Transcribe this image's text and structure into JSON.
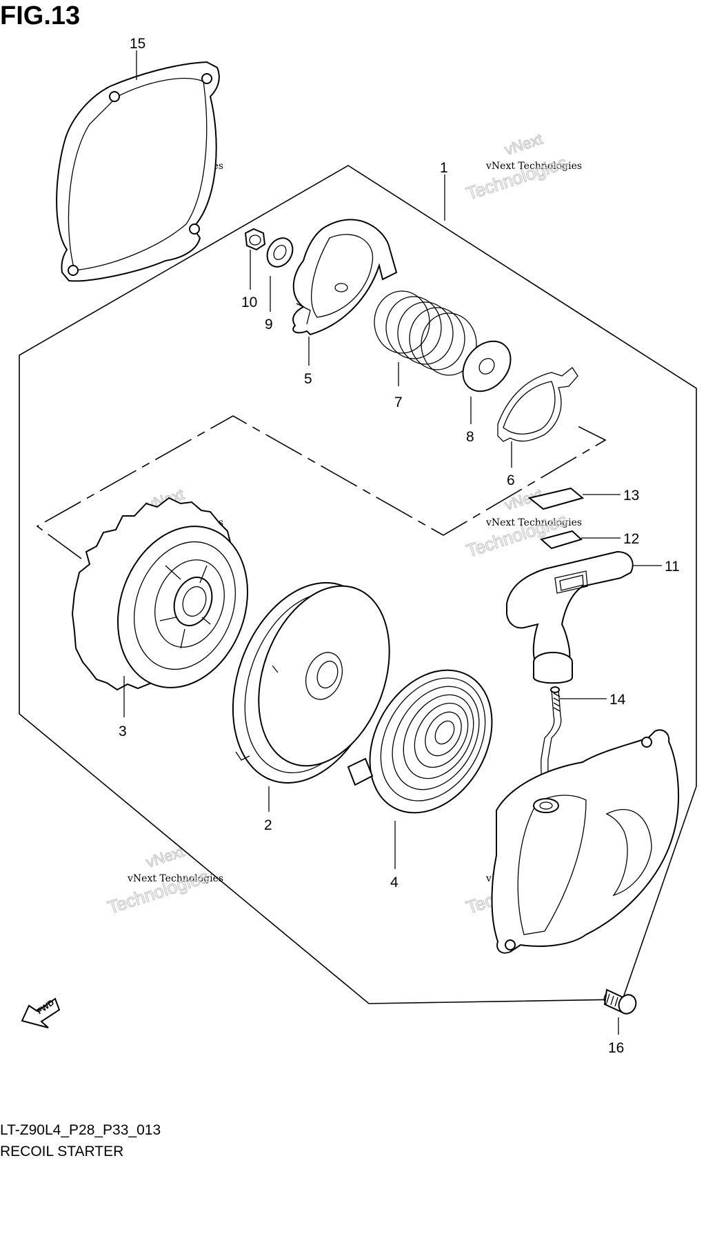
{
  "figure_title": "FIG.13",
  "caption": {
    "code": "LT-Z90L4_P28_P33_013",
    "name": "RECOIL STARTER"
  },
  "fwd_label": "FWD",
  "callouts": [
    "1",
    "2",
    "3",
    "4",
    "5",
    "6",
    "7",
    "8",
    "9",
    "10",
    "11",
    "12",
    "13",
    "14",
    "15",
    "16"
  ],
  "watermark": {
    "line1": "vNext Technologies",
    "line2": "Technologies",
    "line3": "vNext"
  }
}
